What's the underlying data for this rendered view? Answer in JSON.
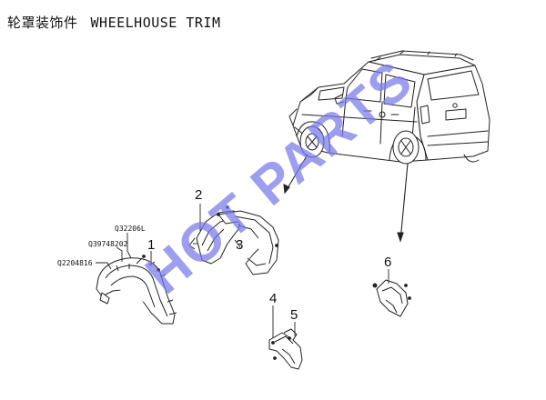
{
  "title": {
    "chinese": "轮罩装饰件",
    "english": "WHEELHOUSE TRIM"
  },
  "callouts": [
    "1",
    "2",
    "3",
    "4",
    "5",
    "6"
  ],
  "part_numbers": [
    "Q32206L",
    "Q39748202",
    "Q2204816"
  ],
  "watermark": "HOT PARTS",
  "colors": {
    "line": "#222222",
    "watermark": "#7878eb"
  }
}
